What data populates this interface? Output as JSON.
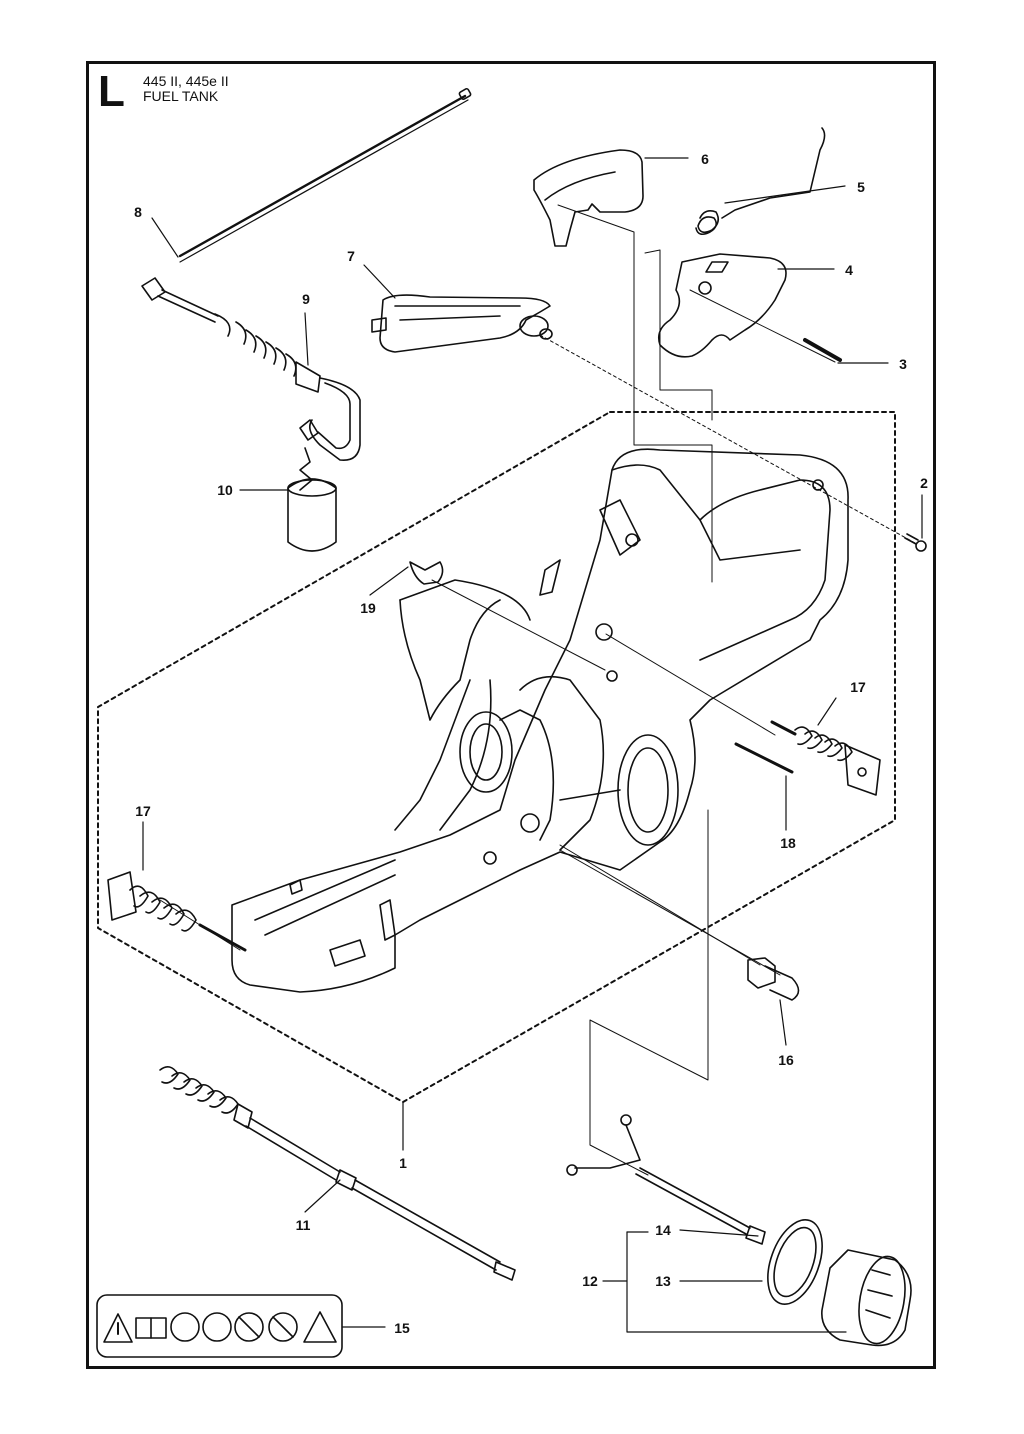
{
  "header": {
    "section_letter": "L",
    "model": "445 II, 445e II",
    "section_title": "FUEL TANK"
  },
  "callouts": [
    {
      "id": "c1",
      "label": "1"
    },
    {
      "id": "c2",
      "label": "2"
    },
    {
      "id": "c3",
      "label": "3"
    },
    {
      "id": "c4",
      "label": "4"
    },
    {
      "id": "c5",
      "label": "5"
    },
    {
      "id": "c6",
      "label": "6"
    },
    {
      "id": "c7",
      "label": "7"
    },
    {
      "id": "c8",
      "label": "8"
    },
    {
      "id": "c9",
      "label": "9"
    },
    {
      "id": "c10",
      "label": "10"
    },
    {
      "id": "c11",
      "label": "11"
    },
    {
      "id": "c12",
      "label": "12"
    },
    {
      "id": "c13",
      "label": "13"
    },
    {
      "id": "c14",
      "label": "14"
    },
    {
      "id": "c15",
      "label": "15"
    },
    {
      "id": "c16",
      "label": "16"
    },
    {
      "id": "c17a",
      "label": "17"
    },
    {
      "id": "c17b",
      "label": "17"
    },
    {
      "id": "c18",
      "label": "18"
    },
    {
      "id": "c19",
      "label": "19"
    }
  ],
  "colors": {
    "line": "#111111",
    "background": "#ffffff"
  }
}
